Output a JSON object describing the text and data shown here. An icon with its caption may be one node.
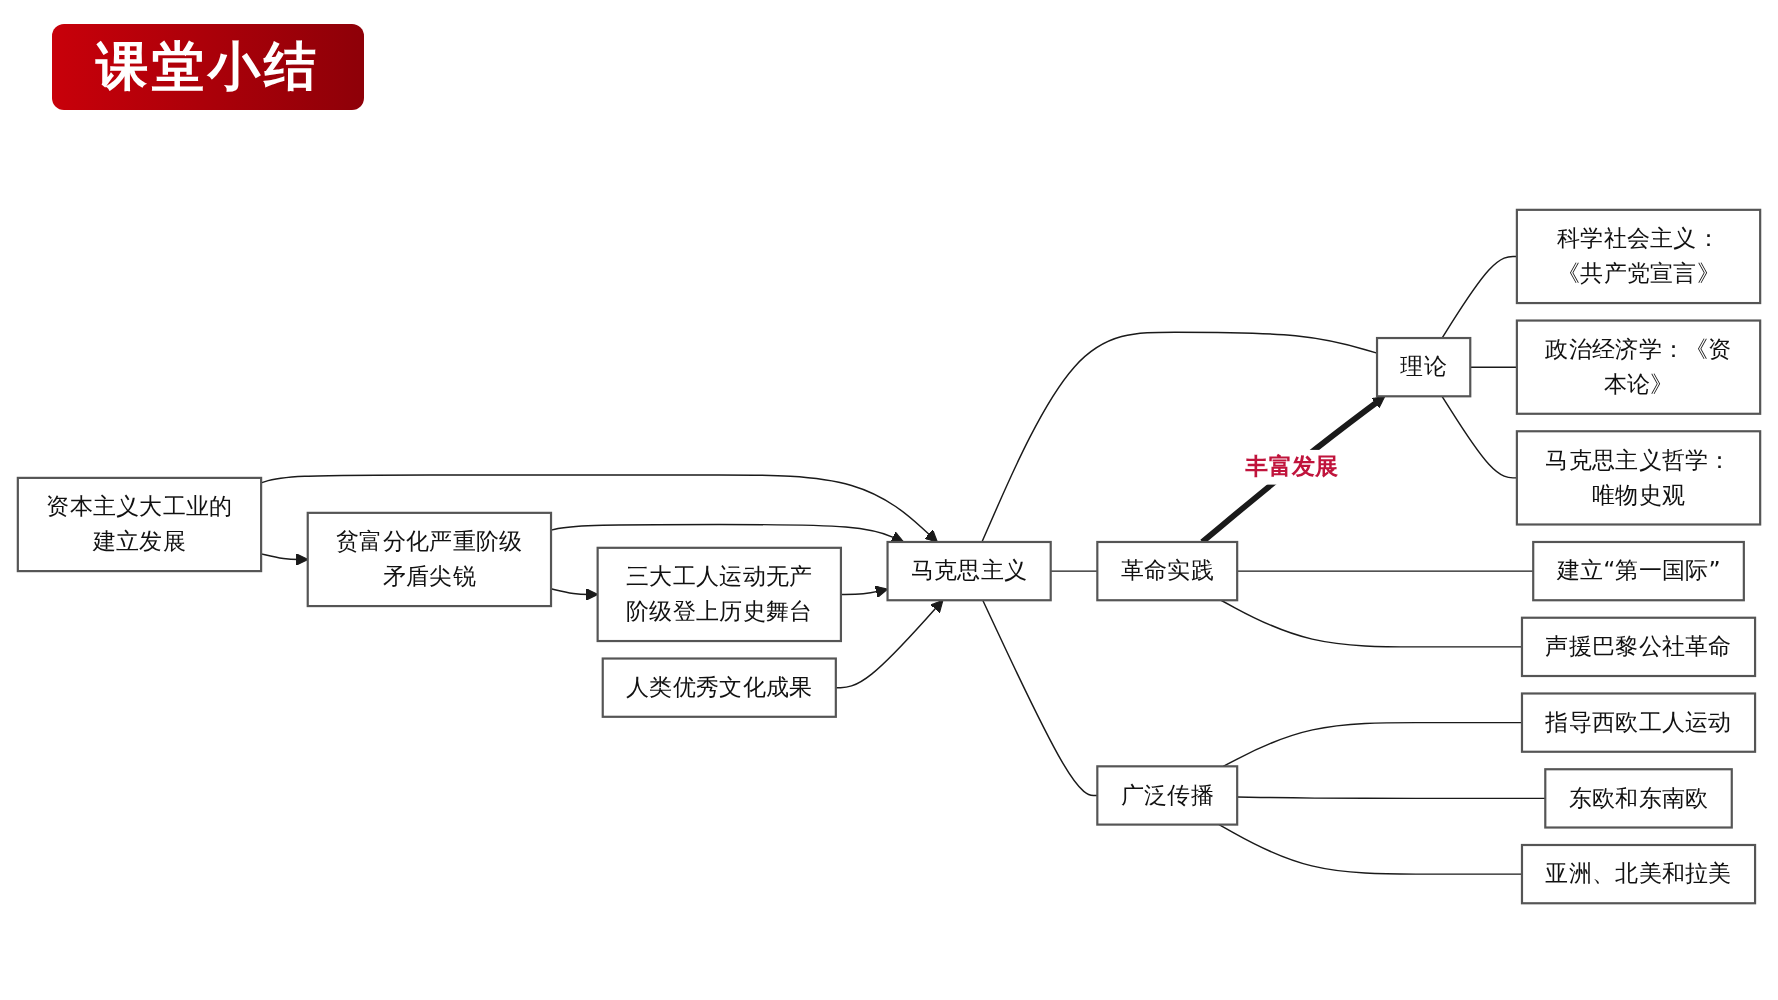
{
  "diagram": {
    "title": "课堂小结",
    "nodes": [
      {
        "text": [
          "资本主义大工业的建立发展"
        ]
      },
      {
        "text": [
          "贫富分化严重阶级矛盾尖锐"
        ]
      },
      {
        "text": [
          "三大工人运动无产阶级登上历史舞台"
        ]
      },
      {
        "text": [
          "人类优秀文化成果"
        ]
      },
      {
        "text": [
          "马克思主义"
        ]
      },
      {
        "text": [
          "理论"
        ]
      },
      {
        "text": [
          "革命实践"
        ]
      },
      {
        "text": [
          "广泛传播"
        ]
      },
      {
        "text": [
          "科学社会主义：《共产党宣言》"
        ]
      },
      {
        "text": [
          "政治经济学：《资本论》"
        ]
      },
      {
        "text": [
          "马克思主义哲学：唯物史观"
        ]
      },
      {
        "text": [
          "建立“第一国际”"
        ]
      },
      {
        "text": [
          "声援巴黎公社革命"
        ]
      },
      {
        "text": [
          "指导西欧工人运动"
        ]
      },
      {
        "text": [
          "东欧和东南欧"
        ]
      },
      {
        "text": [
          "亚洲、北美和拉美"
        ]
      }
    ],
    "edges": [
      {
        "from": 0,
        "to": 1,
        "arrow": "to"
      },
      {
        "from": 1,
        "to": 2,
        "arrow": "to"
      },
      {
        "from": 0,
        "to": 4,
        "arrow": "to"
      },
      {
        "from": 1,
        "to": 4,
        "arrow": "to"
      },
      {
        "from": 2,
        "to": 4,
        "arrow": "to"
      },
      {
        "from": 3,
        "to": 4,
        "arrow": "to"
      },
      {
        "from": 4,
        "to": 5,
        "arrow": "none"
      },
      {
        "from": 4,
        "to": 6,
        "arrow": "none"
      },
      {
        "from": 4,
        "to": 7,
        "arrow": "none"
      },
      {
        "from": 6,
        "to": 5,
        "arrow": "to",
        "label": "丰富发展",
        "style": "thick"
      },
      {
        "from": 5,
        "to": 8,
        "arrow": "none"
      },
      {
        "from": 5,
        "to": 9,
        "arrow": "none"
      },
      {
        "from": 5,
        "to": 10,
        "arrow": "none"
      },
      {
        "from": 6,
        "to": 11,
        "arrow": "none"
      },
      {
        "from": 6,
        "to": 12,
        "arrow": "none"
      },
      {
        "from": 7,
        "to": 13,
        "arrow": "none"
      },
      {
        "from": 7,
        "to": 14,
        "arrow": "none"
      },
      {
        "from": 7,
        "to": 15,
        "arrow": "none"
      }
    ]
  }
}
